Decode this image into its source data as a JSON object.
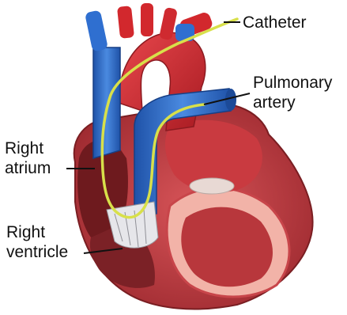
{
  "labels": {
    "catheter": [
      "Catheter"
    ],
    "pulmonary_artery": [
      "Pulmonary",
      "artery"
    ],
    "right_atrium": [
      "Right",
      "atrium"
    ],
    "right_ventricle": [
      "Right",
      "ventricle"
    ]
  },
  "colors": {
    "vein_blue": "#2f6fd0",
    "artery_red": "#d2282d",
    "muscle": "#c8454a",
    "inner_pink": "#f2b3a8",
    "catheter_yellow": "#d8e04a"
  }
}
